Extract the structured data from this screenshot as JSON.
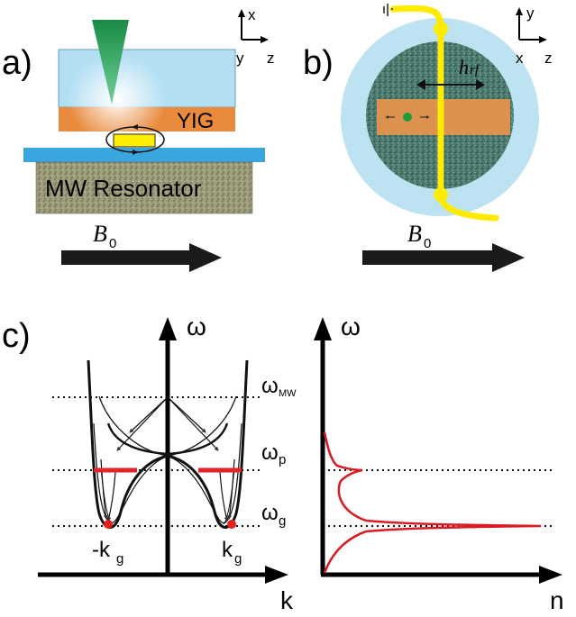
{
  "panel_a": {
    "label": "a)",
    "yig_label": "YIG",
    "resonator_label": "MW Resonator",
    "field_label_main": "B",
    "field_label_sub": "0",
    "axes": {
      "x": "x",
      "y": "y",
      "z": "z"
    },
    "colors": {
      "glass": "#b3dff3",
      "yig": "#e98a3c",
      "laser": "#2e9d52",
      "stripline": "#ffee00",
      "metal": "#39a6dd"
    }
  },
  "panel_b": {
    "label": "b)",
    "hrf_label": "h",
    "hrf_sub": "rf",
    "field_label_main": "B",
    "field_label_sub": "0",
    "axes": {
      "x": "x",
      "y": "y",
      "z": "z"
    },
    "colors": {
      "ring": "#bde3f3",
      "disk": "#3f6e63",
      "strip": "#e3944c",
      "wire": "#ffeb00",
      "dot": "#1f9a3a"
    }
  },
  "panel_c": {
    "label": "c)",
    "left_y_axis": "ω",
    "left_x_axis": "k",
    "right_y_axis": "ω",
    "right_x_axis": "n",
    "level_mw": "ω",
    "level_mw_sub": "MW",
    "level_p": "ω",
    "level_p_sub": "p",
    "level_g": "ω",
    "level_g_sub": "g",
    "kg_left": "-k",
    "kg_left_sub": "g",
    "kg_right": "k",
    "kg_right_sub": "g",
    "colors": {
      "pump": "#e0242a",
      "dist": "#d81e24",
      "dot": "#e62020"
    }
  }
}
